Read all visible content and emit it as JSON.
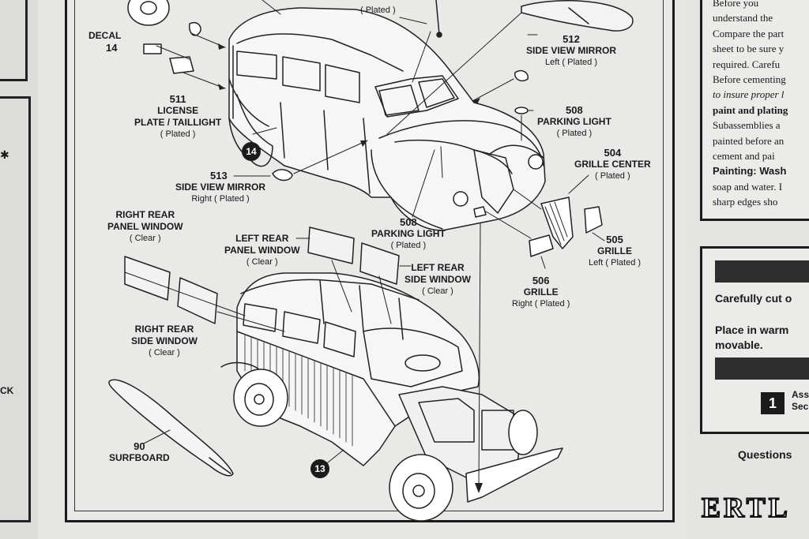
{
  "labels": {
    "radio_antenna": {
      "sub": "( Plated )"
    },
    "decal": {
      "name": "DECAL",
      "num": "14"
    },
    "license_plate": {
      "num": "511",
      "name1": "LICENSE",
      "name2": "PLATE / TAILLIGHT",
      "sub": "( Plated )"
    },
    "side_mirror_left": {
      "num": "512",
      "name": "SIDE VIEW MIRROR",
      "sub": "Left ( Plated )"
    },
    "parking_light_upper": {
      "num": "508",
      "name": "PARKING LIGHT",
      "sub": "( Plated )"
    },
    "grille_center": {
      "num": "504",
      "name": "GRILLE CENTER",
      "sub": "( Plated )"
    },
    "side_mirror_right": {
      "num": "513",
      "name": "SIDE VIEW MIRROR",
      "sub": "Right ( Plated )"
    },
    "parking_light_lower": {
      "num": "508",
      "name": "PARKING LIGHT",
      "sub": "( Plated )"
    },
    "grille_left": {
      "num": "505",
      "name": "GRILLE",
      "sub": "Left ( Plated )"
    },
    "grille_right": {
      "num": "506",
      "name": "GRILLE",
      "sub": "Right ( Plated )"
    },
    "right_rear_panel": {
      "name1": "RIGHT REAR",
      "name2": "PANEL WINDOW",
      "sub": "( Clear )"
    },
    "left_rear_panel": {
      "name1": "LEFT REAR",
      "name2": "PANEL WINDOW",
      "sub": "( Clear )"
    },
    "left_rear_side": {
      "name1": "LEFT REAR",
      "name2": "SIDE WINDOW",
      "sub": "( Clear )"
    },
    "right_rear_side": {
      "name1": "RIGHT REAR",
      "name2": "SIDE WINDOW",
      "sub": "( Clear )"
    },
    "surfboard": {
      "num": "90",
      "name": "SURFBOARD"
    }
  },
  "badges": {
    "step_upper": "14",
    "step_lower": "13"
  },
  "left_panel": {
    "fragment": "CK"
  },
  "instructions": {
    "lines": [
      "Before you",
      "understand the",
      "Compare the part",
      "sheet to be sure y",
      "required. Carefu",
      "Before cementing",
      "to insure proper l",
      "paint and plating",
      "Subassemblies a",
      "painted before an",
      "cement and pai",
      "Painting: Wash",
      "soap and water. I",
      "sharp edges sho"
    ]
  },
  "decal_box": {
    "line1": "Carefully cut o",
    "line2": "Place in warm",
    "line3": "movable.",
    "step_number": "1",
    "step_text1": "Ass",
    "step_text2": "Sec"
  },
  "questions": "Questions",
  "brand": "ERTL"
}
